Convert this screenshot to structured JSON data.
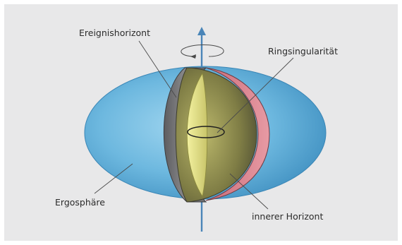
{
  "diagram": {
    "labels": {
      "event_horizon": "Ereignishorizont",
      "ring_singularity": "Ringsingularität",
      "ergosphere": "Ergosphäre",
      "inner_horizon": "innerer Horizont"
    },
    "colors": {
      "background": "#e8e8e9",
      "ergosphere": "#5aa9d4",
      "event_horizon": "#6e6e70",
      "interior": "#9a9a4a",
      "core": "#e6e47c",
      "inner_horizon": "#d97b86",
      "axis": "#4a85b8"
    }
  }
}
